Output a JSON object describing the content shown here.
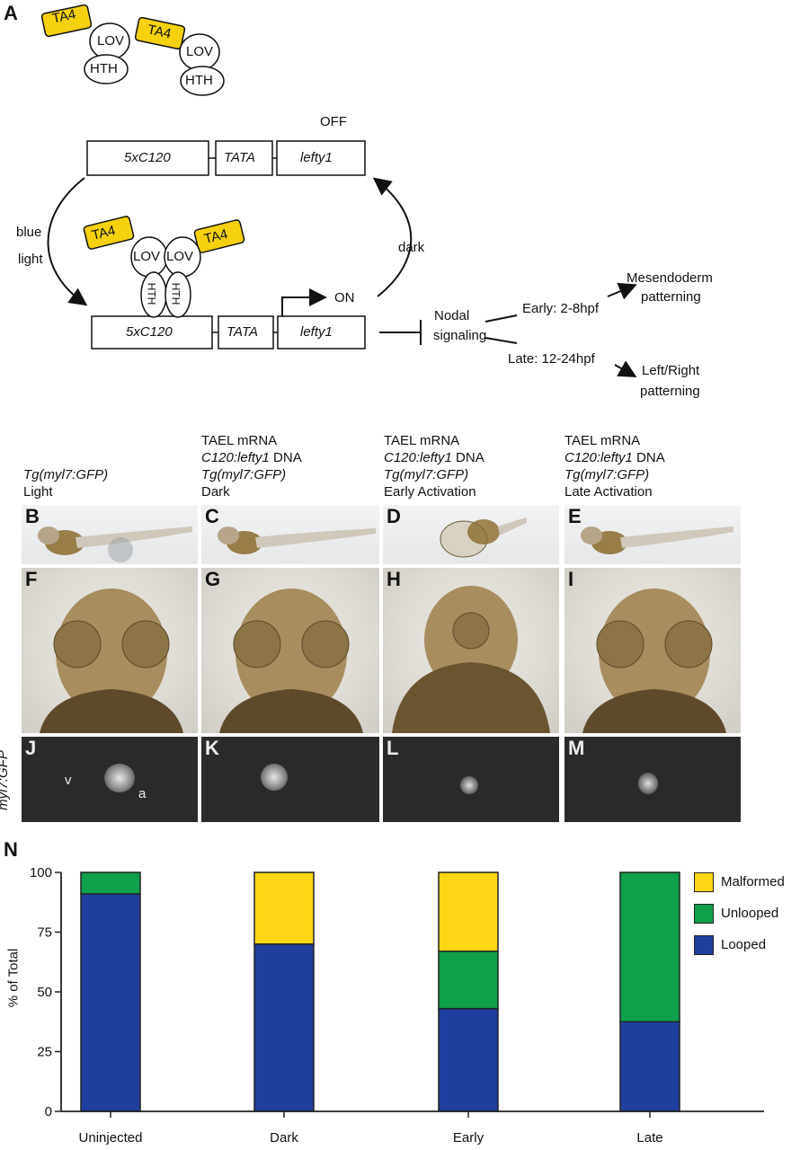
{
  "panelA": {
    "label": "A",
    "tael_ta4": "TA4",
    "tael_lov": "LOV",
    "tael_hth": "HTH",
    "off_label": "OFF",
    "on_label": "ON",
    "promoter_c120": "5xC120",
    "promoter_tata": "TATA",
    "gene": "lefty1",
    "blue_light_1": "blue",
    "blue_light_2": "light",
    "dark": "dark",
    "hth_vertical": "HTH",
    "nodal_1": "Nodal",
    "nodal_2": "signaling",
    "early": "Early: 2-8hpf",
    "late": "Late: 12-24hpf",
    "meso_1": "Mesendoderm",
    "meso_2": "patterning",
    "lr_1": "Left/Right",
    "lr_2": "patterning"
  },
  "columns": [
    {
      "lines": [
        "",
        "",
        "Tg(myl7:GFP)",
        "Light"
      ],
      "italic": [
        false,
        false,
        true,
        false
      ]
    },
    {
      "lines": [
        "TAEL mRNA",
        "C120:lefty1 DNA",
        "Tg(myl7:GFP)",
        "Dark"
      ],
      "italic": [
        false,
        "partial",
        true,
        false
      ]
    },
    {
      "lines": [
        "TAEL mRNA",
        "C120:lefty1 DNA",
        "Tg(myl7:GFP)",
        "Early Activation"
      ],
      "italic": [
        false,
        "partial",
        true,
        false
      ]
    },
    {
      "lines": [
        "TAEL mRNA",
        "C120:lefty1 DNA",
        "Tg(myl7:GFP)",
        "Late Activation"
      ],
      "italic": [
        false,
        "partial",
        true,
        false
      ]
    }
  ],
  "c120_italic_part": "C120:lefty1",
  "c120_plain_part": " DNA",
  "photo_labels": {
    "row1": [
      "B",
      "C",
      "D",
      "E"
    ],
    "row2": [
      "F",
      "G",
      "H",
      "I"
    ],
    "row3": [
      "J",
      "K",
      "L",
      "M"
    ]
  },
  "row3_side_label": "myl7:GFP",
  "heart_labels": {
    "v": "v",
    "a": "a"
  },
  "panelN": {
    "label": "N"
  },
  "chart_data": {
    "type": "bar",
    "stacked": true,
    "categories": [
      "Uninjected",
      "Dark",
      "Early",
      "Late"
    ],
    "series": [
      {
        "name": "Looped",
        "color": "#1f3f9e",
        "values": [
          91,
          70,
          43,
          37.5
        ]
      },
      {
        "name": "Unlooped",
        "color": "#0ea04a",
        "values": [
          9,
          0,
          24,
          62.5
        ]
      },
      {
        "name": "Malformed",
        "color": "#fdd716",
        "values": [
          0,
          30,
          33,
          0
        ]
      }
    ],
    "legend_order": [
      "Malformed",
      "Unlooped",
      "Looped"
    ],
    "ylabel": "% of Total",
    "yticks": [
      0,
      25,
      50,
      75,
      100
    ],
    "ylim": [
      0,
      100
    ],
    "legend_position": "right"
  }
}
